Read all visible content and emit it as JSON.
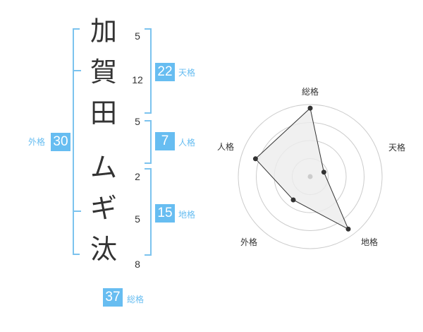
{
  "name": {
    "chars": [
      "加",
      "賀",
      "田",
      "ム",
      "ギ",
      "汰"
    ],
    "strokes": [
      "5",
      "12",
      "5",
      "2",
      "5",
      "8"
    ]
  },
  "fortune": {
    "tenkaku": {
      "label": "天格",
      "value": "22"
    },
    "jinkaku": {
      "label": "人格",
      "value": "7"
    },
    "chikaku": {
      "label": "地格",
      "value": "15"
    },
    "gaikaku": {
      "label": "外格",
      "value": "30"
    },
    "soukaku": {
      "label": "総格",
      "value": "37"
    }
  },
  "radar": {
    "axes": [
      "総格",
      "天格",
      "地格",
      "外格",
      "人格"
    ],
    "values": [
      0.95,
      0.2,
      0.9,
      0.4,
      0.8
    ],
    "rings": 4,
    "colors": {
      "fill": "#ececec",
      "stroke": "#333333",
      "ring": "#cccccc",
      "accent": "#67bdf1"
    }
  }
}
